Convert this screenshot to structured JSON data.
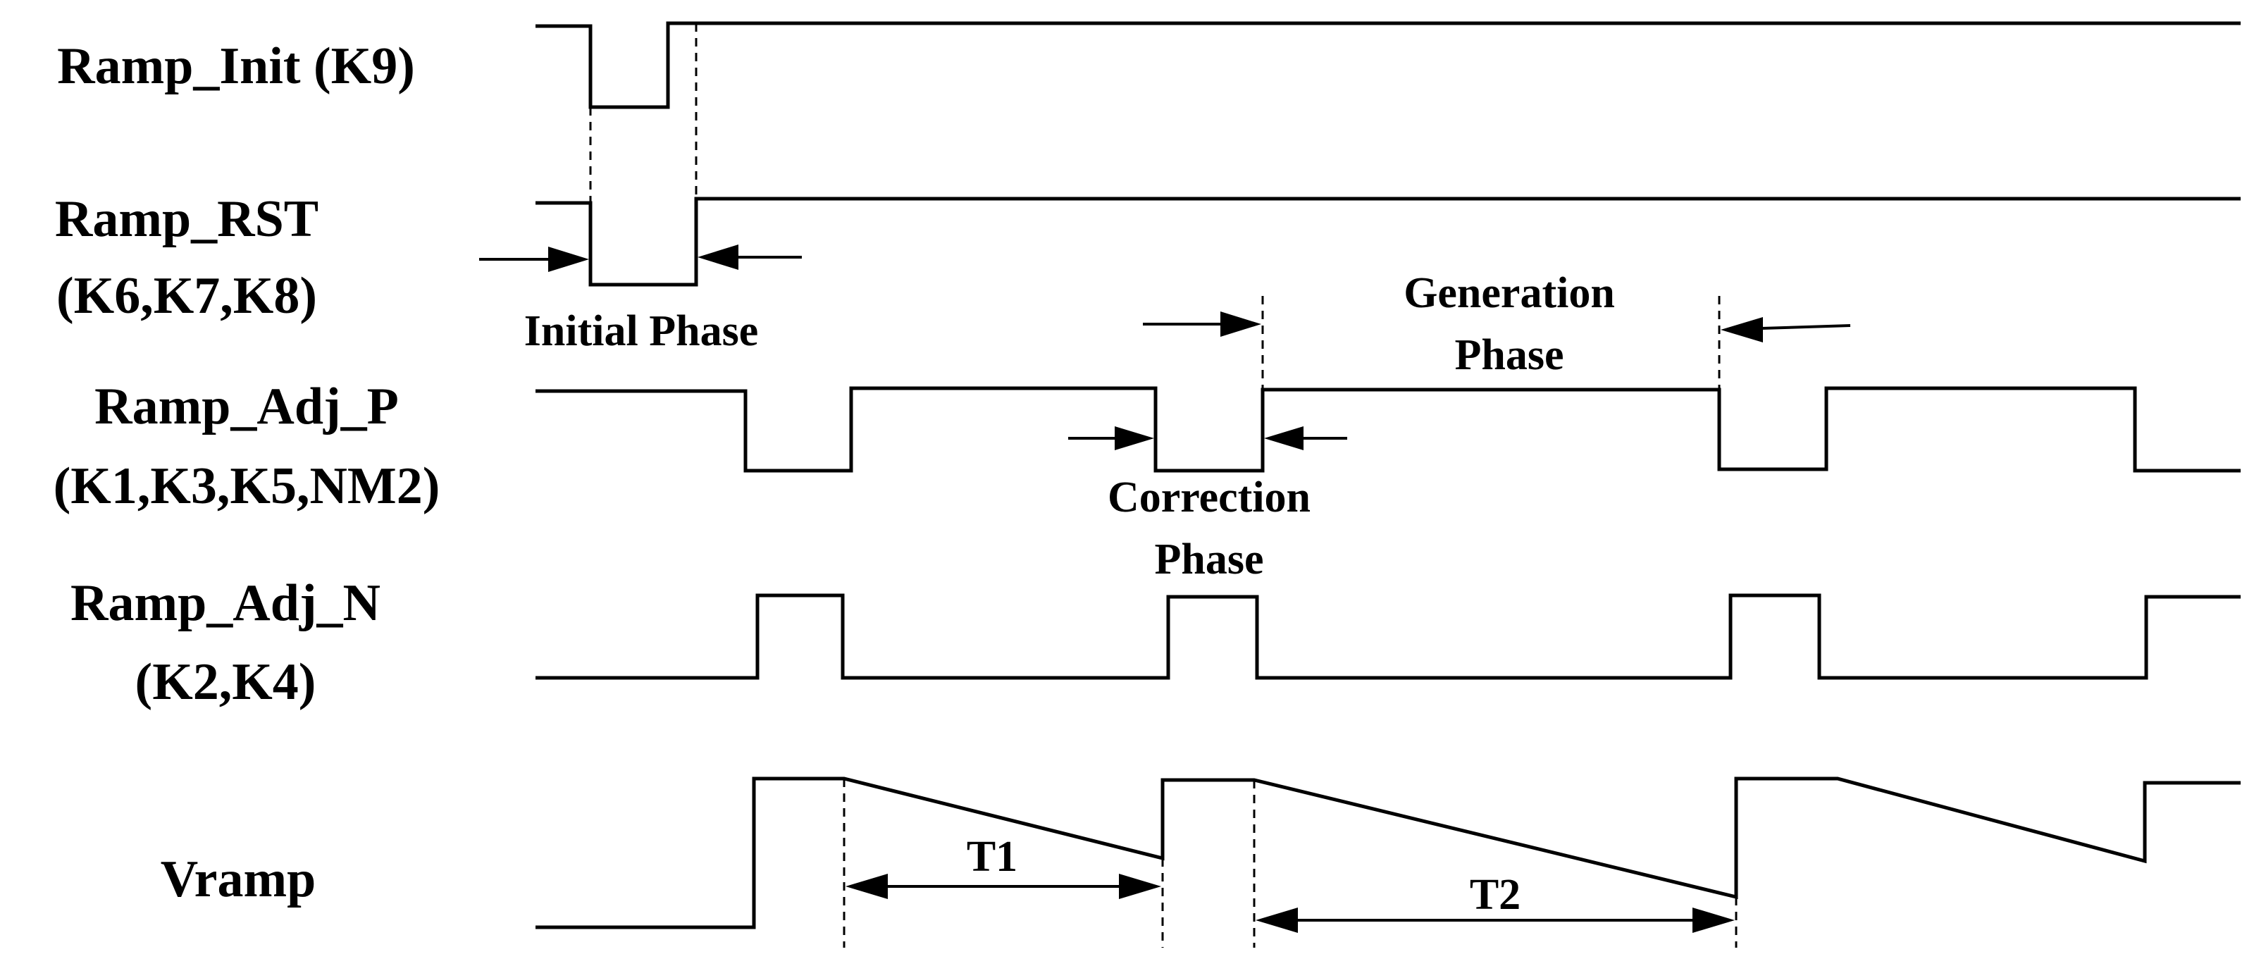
{
  "signals": [
    {
      "id": "ramp_init",
      "label_lines": [
        "Ramp_Init (K9)"
      ]
    },
    {
      "id": "ramp_rst",
      "label_lines": [
        "Ramp_RST",
        "(K6,K7,K8)"
      ]
    },
    {
      "id": "ramp_adj_p",
      "label_lines": [
        "Ramp_Adj_P",
        "(K1,K3,K5,NM2)"
      ]
    },
    {
      "id": "ramp_adj_n",
      "label_lines": [
        "Ramp_Adj_N",
        "(K2,K4)"
      ]
    },
    {
      "id": "vramp",
      "label_lines": [
        "Vramp"
      ]
    }
  ],
  "annotations": {
    "initial_phase": [
      "Initial Phase"
    ],
    "generation_phase": [
      "Generation",
      "Phase"
    ],
    "correction_phase": [
      "Correction",
      "Phase"
    ],
    "t1": "T1",
    "t2": "T2"
  },
  "colors": {
    "line": "#000000",
    "background": "#ffffff"
  }
}
